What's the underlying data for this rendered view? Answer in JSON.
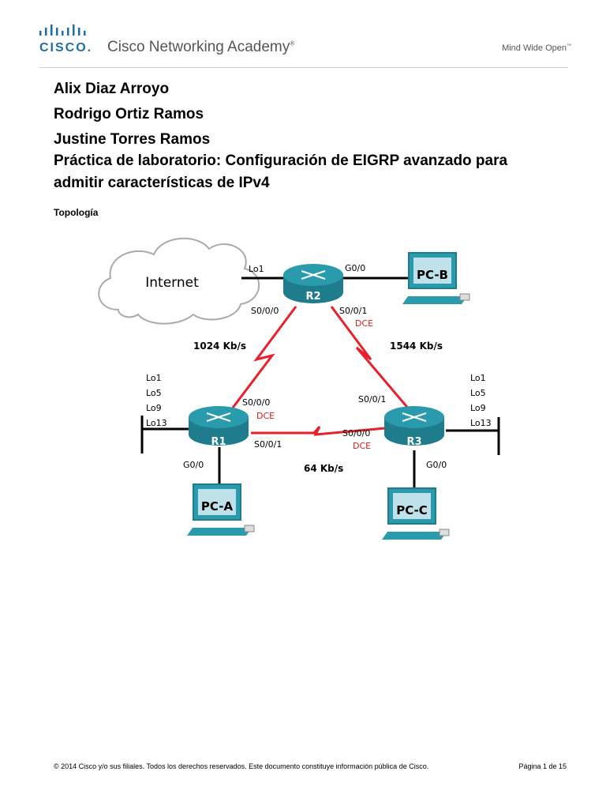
{
  "header": {
    "logo_word": "CISCO.",
    "academy": "Cisco Networking Academy",
    "registered": "®",
    "tagline": "Mind Wide Open",
    "trademark": "™"
  },
  "authors": [
    "Alix Diaz Arroyo",
    "Rodrigo Ortiz Ramos",
    "Justine Torres Ramos"
  ],
  "title_lines": [
    "Práctica de laboratorio: Configuración de EIGRP avanzado para",
    "admitir características de IPv4"
  ],
  "section_label": "Topología",
  "topology": {
    "cloud_label": "Internet",
    "routers": {
      "r1": "R1",
      "r2": "R2",
      "r3": "R3"
    },
    "pcs": {
      "pca": "PC-A",
      "pcb": "PC-B",
      "pcc": "PC-C"
    },
    "interfaces": {
      "r2_lo1": "Lo1",
      "r2_g00": "G0/0",
      "r2_s000": "S0/0/0",
      "r2_s001": "S0/0/1",
      "r2_dce": "DCE",
      "r1_s000": "S0/0/0",
      "r1_dce": "DCE",
      "r1_s001": "S0/0/1",
      "r1_g00": "G0/0",
      "r3_s001": "S0/0/1",
      "r3_s000": "S0/0/0",
      "r3_dce": "DCE",
      "r3_g00": "G0/0"
    },
    "loopbacks_r1": [
      "Lo1",
      "Lo5",
      "Lo9",
      "Lo13"
    ],
    "loopbacks_r3": [
      "Lo1",
      "Lo5",
      "Lo9",
      "Lo13"
    ],
    "links": {
      "r1_r2": "1024 Kb/s",
      "r2_r3": "1544 Kb/s",
      "r1_r3": "64 Kb/s"
    },
    "colors": {
      "serial": "#e8202a",
      "router": "#2a8fa0",
      "dce": "#d42020"
    }
  },
  "footer": {
    "copyright": "© 2014 Cisco y/o sus filiales. Todos los derechos reservados. Este documento constituye información pública de Cisco.",
    "page": "Página 1 de 15"
  }
}
